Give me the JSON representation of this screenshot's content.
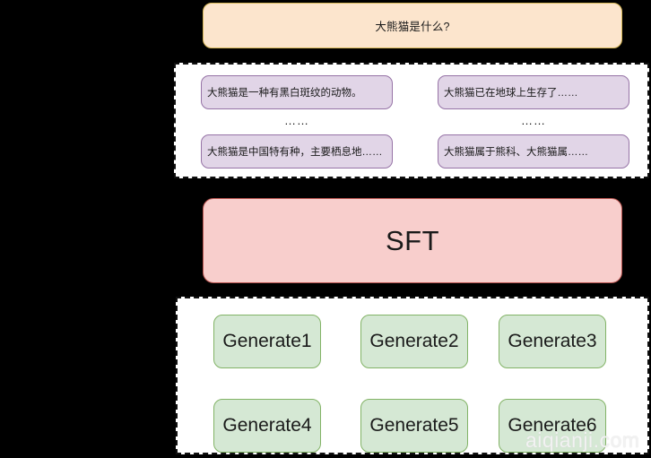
{
  "diagram": {
    "background_color": "#000000",
    "prompt": {
      "text": "大熊猫是什么?",
      "fill": "#fce5cd",
      "stroke": "#d6b656"
    },
    "responses_group": {
      "fill": "#ffffff",
      "stroke": "#111111",
      "ellipsis": "……",
      "columns": [
        {
          "name": "left",
          "items": [
            "大熊猫是一种有黑白斑纹的动物。",
            "大熊猫是中国特有种，主要栖息地……"
          ]
        },
        {
          "name": "right",
          "items": [
            "大熊猫已在地球上生存了……",
            "大熊猫属于熊科、大熊猫属……"
          ]
        }
      ],
      "item_fill": "#e1d5e7",
      "item_stroke": "#9673a6"
    },
    "sft": {
      "text": "SFT",
      "fill": "#f8cecc",
      "stroke": "#b85450"
    },
    "generations_group": {
      "fill": "#ffffff",
      "stroke": "#111111",
      "item_fill": "#d5e8d4",
      "item_stroke": "#82b366",
      "rows": [
        [
          "Generate1",
          "Generate2",
          "Generate3"
        ],
        [
          "Generate4",
          "Generate5",
          "Generate6"
        ]
      ]
    },
    "watermark": {
      "text": "aiqianji.com",
      "color": "#f2f2f2"
    }
  }
}
